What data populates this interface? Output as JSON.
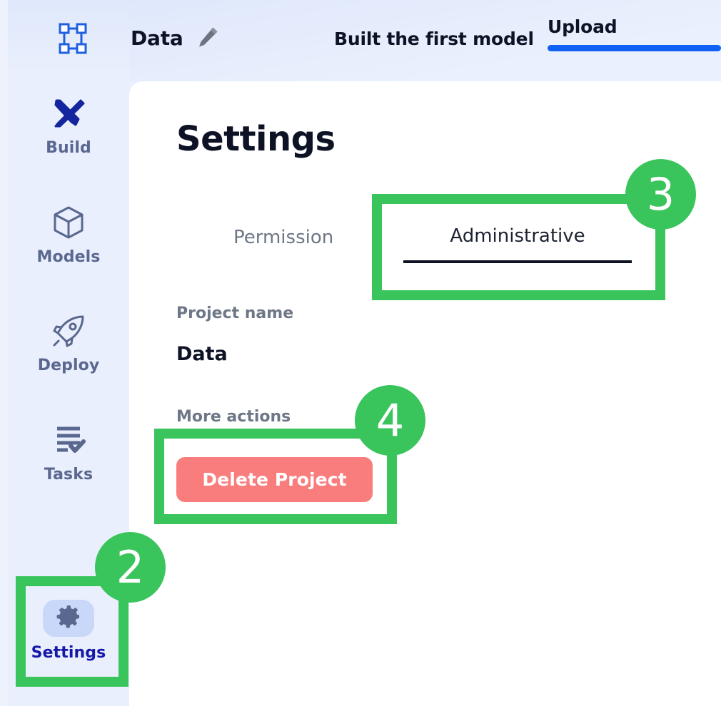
{
  "colors": {
    "accent_blue": "#1161f5",
    "logo_blue": "#1f5fe0",
    "annotation_green": "#3ac45c",
    "danger_red": "#fa7d7d",
    "sidebar_bg": "#e9effc",
    "active_pill": "#c9d8f8",
    "active_label": "#1517a8",
    "muted_label": "#5a678f",
    "panel_bg": "#ffffff",
    "heading": "#0d1225"
  },
  "topbar": {
    "logo_icon": "bounding-box-icon",
    "project_title": "Data",
    "edit_icon": "pencil-icon",
    "milestone": "Built the first model",
    "tab": {
      "label": "Upload",
      "active": true
    }
  },
  "sidebar": {
    "items": [
      {
        "label": "Build",
        "icon": "tools-icon",
        "active": false
      },
      {
        "label": "Models",
        "icon": "cube-icon",
        "active": false
      },
      {
        "label": "Deploy",
        "icon": "rocket-icon",
        "active": false
      },
      {
        "label": "Tasks",
        "icon": "checklist-icon",
        "active": false
      },
      {
        "label": "Settings",
        "icon": "gear-icon",
        "active": true
      }
    ]
  },
  "main": {
    "page_title": "Settings",
    "permission": {
      "label": "Permission",
      "value": "Administrative"
    },
    "project_name": {
      "label": "Project name",
      "value": "Data"
    },
    "more_actions": {
      "label": "More actions",
      "delete_button": "Delete Project"
    }
  },
  "annotations": [
    {
      "number": "2",
      "target": "sidebar-item-settings"
    },
    {
      "number": "3",
      "target": "permission-select"
    },
    {
      "number": "4",
      "target": "delete-project-button"
    }
  ]
}
